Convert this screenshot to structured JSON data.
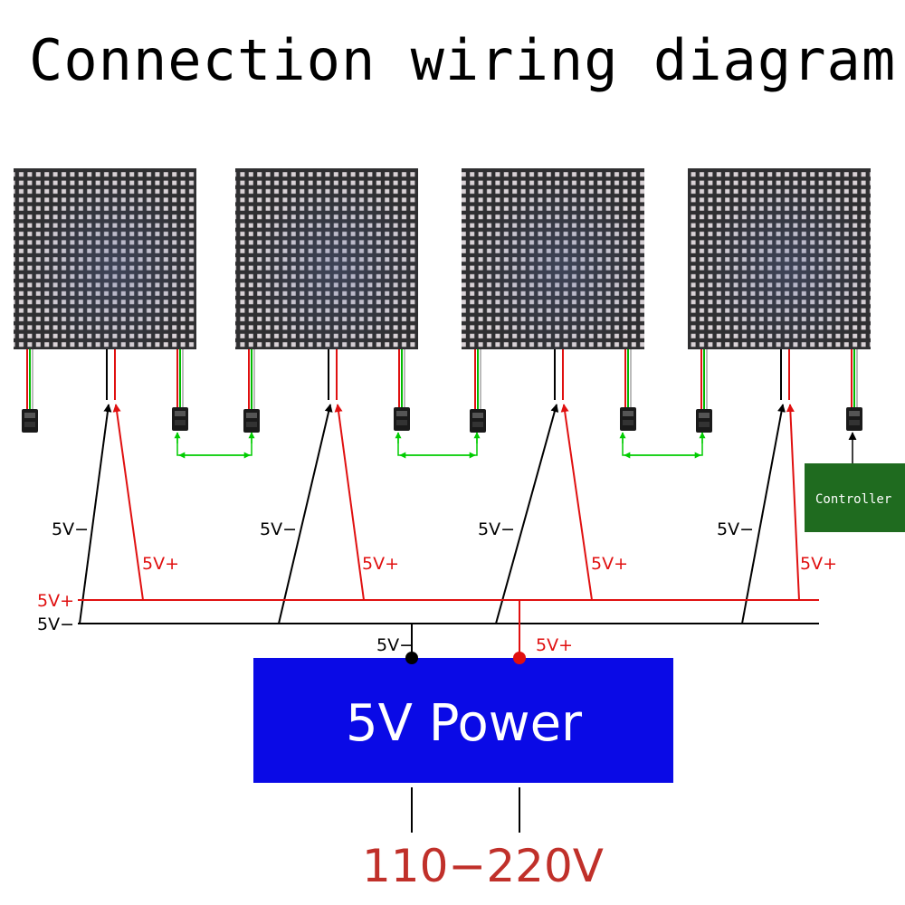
{
  "title": "Connection wiring diagram",
  "colors": {
    "panel_bg": "#2f2f31",
    "led": "#d9d2d6",
    "wire_red": "#e01010",
    "wire_black": "#000000",
    "data_wire": "#00cc00",
    "power_box": "#0a0ae6",
    "controller_box": "#1f6b1f",
    "mains_text": "#c0302a"
  },
  "panels": [
    {
      "name": "led-matrix-panel-1"
    },
    {
      "name": "led-matrix-panel-2"
    },
    {
      "name": "led-matrix-panel-3"
    },
    {
      "name": "led-matrix-panel-4"
    }
  ],
  "labels": {
    "neg": "5V−",
    "pos": "5V+",
    "bus_pos": "5V+",
    "bus_neg": "5V−",
    "psu_neg": "5V−",
    "psu_pos": "5V+"
  },
  "controller": {
    "label": "Controller"
  },
  "power_supply": {
    "label": "5V Power"
  },
  "mains": {
    "label": "110−220V"
  }
}
